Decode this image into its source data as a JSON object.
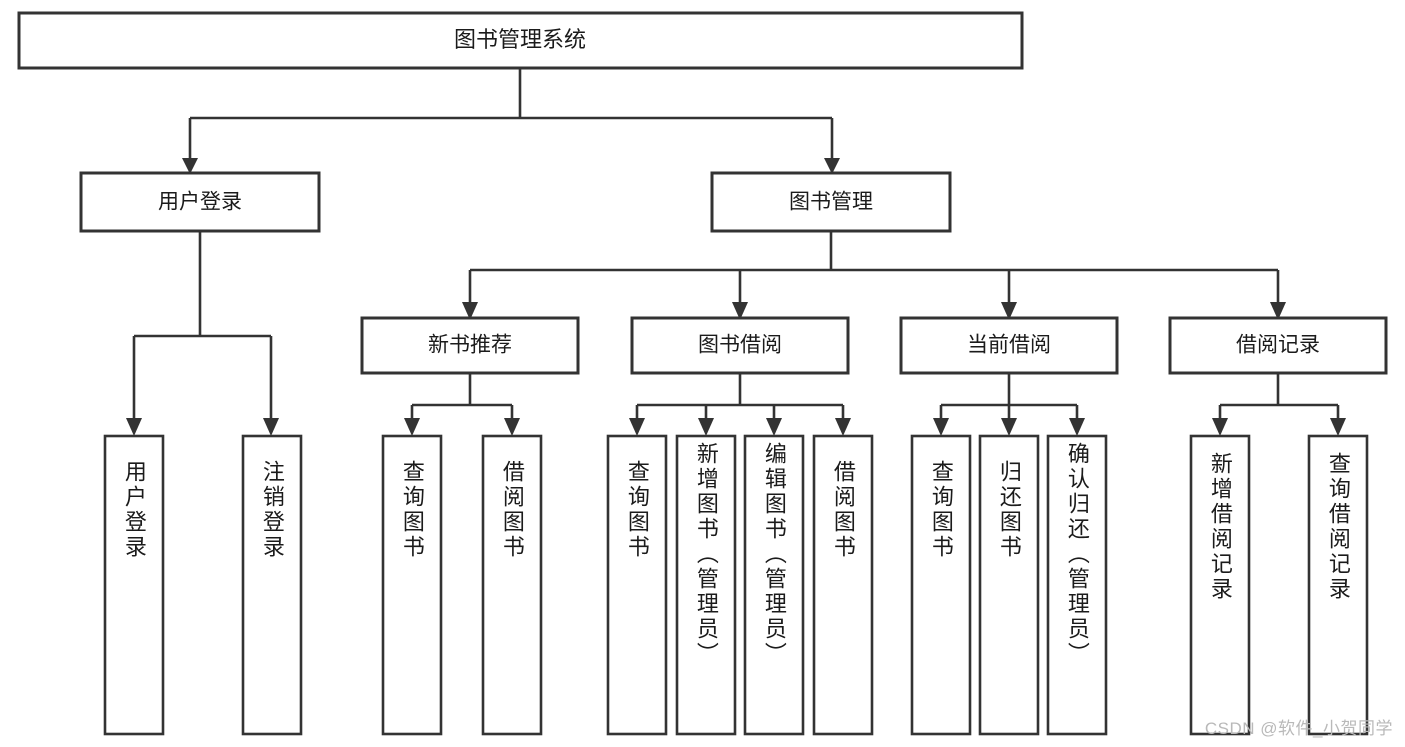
{
  "diagram": {
    "type": "tree-hierarchy",
    "title": "图书管理系统",
    "root": {
      "label": "图书管理系统"
    },
    "level2": [
      {
        "id": "user-login",
        "label": "用户登录"
      },
      {
        "id": "book-manage",
        "label": "图书管理"
      }
    ],
    "level3": [
      {
        "id": "new-book-recommend",
        "label": "新书推荐"
      },
      {
        "id": "book-borrow",
        "label": "图书借阅"
      },
      {
        "id": "current-borrow",
        "label": "当前借阅"
      },
      {
        "id": "borrow-record",
        "label": "借阅记录"
      }
    ],
    "leaves": {
      "user_login": [
        {
          "id": "leaf-user-login",
          "label": "用户登录"
        },
        {
          "id": "leaf-user-logout",
          "label": "注销登录"
        }
      ],
      "new_book_recommend": [
        {
          "id": "leaf-query-book-1",
          "label": "查询图书"
        },
        {
          "id": "leaf-borrow-book-1",
          "label": "借阅图书"
        }
      ],
      "book_borrow": [
        {
          "id": "leaf-query-book-2",
          "label": "查询图书"
        },
        {
          "id": "leaf-add-book",
          "label": "新增图书（管理员）"
        },
        {
          "id": "leaf-edit-book",
          "label": "编辑图书（管理员）"
        },
        {
          "id": "leaf-borrow-book-2",
          "label": "借阅图书"
        }
      ],
      "current_borrow": [
        {
          "id": "leaf-query-book-3",
          "label": "查询图书"
        },
        {
          "id": "leaf-return-book",
          "label": "归还图书"
        },
        {
          "id": "leaf-confirm-return",
          "label": "确认归还（管理员）"
        }
      ],
      "borrow_record": [
        {
          "id": "leaf-add-record",
          "label": "新增借阅记录"
        },
        {
          "id": "leaf-query-record",
          "label": "查询借阅记录"
        }
      ]
    },
    "colors": {
      "box_stroke": "#333333",
      "box_fill": "#ffffff",
      "line": "#333333",
      "text": "#1b1b1b",
      "watermark": "#b9b9b9",
      "background": "#ffffff"
    }
  },
  "watermark": {
    "text": "CSDN @软件_小贺同学"
  }
}
